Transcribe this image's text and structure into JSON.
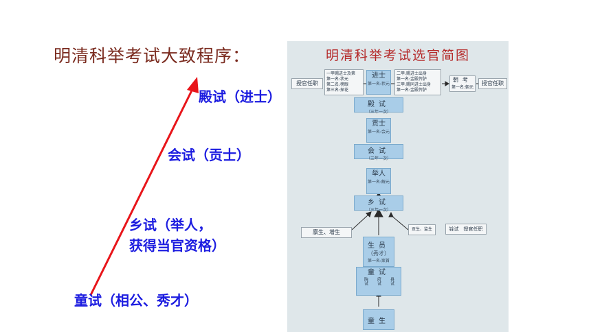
{
  "heading": "明清科举考试大致程序：",
  "stages": {
    "dianshi": "殿试（进士）",
    "huishi": "会试（贡士）",
    "xiangshi_1": "乡试（举人，",
    "xiangshi_2": "获得当官资格）",
    "tongshi": "童试（相公、秀才）"
  },
  "figure": {
    "title": "明清科举考试选官简图",
    "left_office": "授官任职",
    "left_note": [
      "一甲赐进士及第",
      "第一名:状元",
      "第二名:榜眼",
      "第三名:探花"
    ],
    "jinshi": {
      "name": "进士",
      "sub": "第一名:状元"
    },
    "right_note": [
      "二甲:赐进士出身",
      "第一名:金殿传胪",
      "三甲:赐同进士出身",
      "第一名:金殿传胪"
    ],
    "chaokao": {
      "name": "朝考",
      "sub": "第一名:朝元"
    },
    "right_office": "授官任职",
    "dianshi": {
      "name": "殿试",
      "sub": "（三年一次）"
    },
    "gongshi": {
      "name": "贡士",
      "sub": "第一名:会元"
    },
    "huishi": {
      "name": "会试",
      "sub": "（三年一次）"
    },
    "juren": {
      "name": "举人",
      "sub": "第一名:解元"
    },
    "xiangshi": {
      "name": "乡试",
      "sub": "（三年一次）"
    },
    "linsheng": "廪生、增生",
    "gongsheng": "贡生、监生",
    "quanxuan": "铨试　授官任职",
    "shengyuan": {
      "name": "生员",
      "sub": "（秀才）",
      "sub2": "第一名:案首"
    },
    "tongshi": {
      "name": "童试",
      "cols": [
        "院试",
        "府试",
        "县试"
      ]
    },
    "tongsheng": "童生"
  },
  "colors": {
    "stage_text": "#1c1ce0",
    "arrow": "#e8151a",
    "heading": "#7a2a1e",
    "fig_title": "#b52a2a"
  }
}
